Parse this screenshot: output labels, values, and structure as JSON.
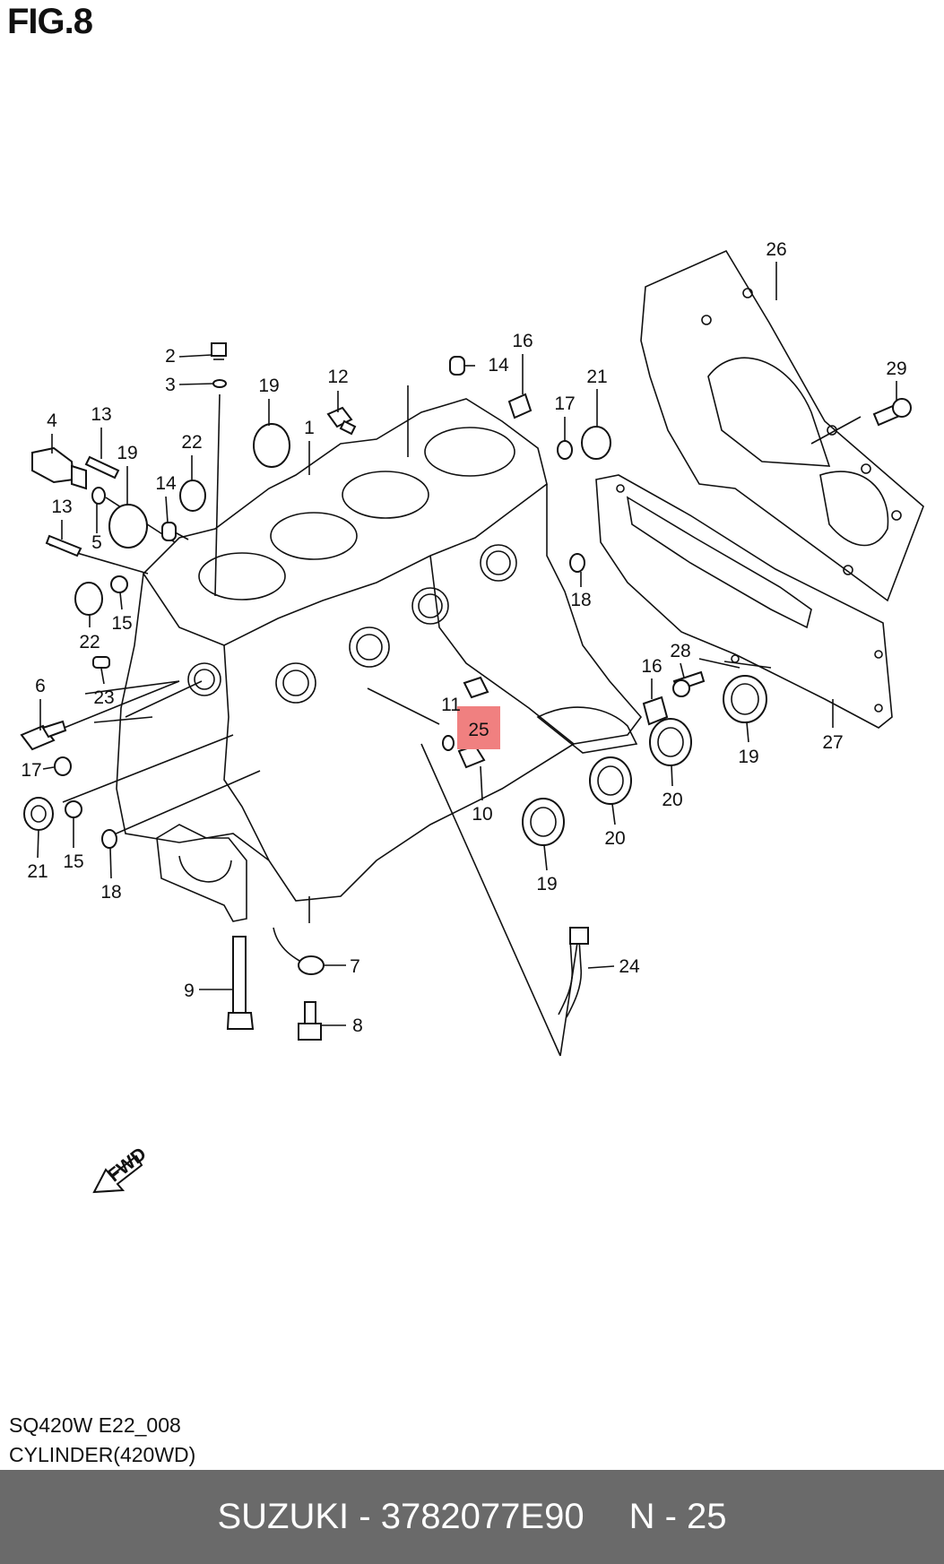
{
  "figure": {
    "title": "FIG.8",
    "fwd_label": "FWD"
  },
  "caption": {
    "code": "SQ420W E22_008",
    "name": "CYLINDER(420WD)"
  },
  "footer": {
    "part_text": "SUZUKI - 3782077E90",
    "ref_text": "N - 25"
  },
  "highlight": {
    "label": "25",
    "color": "#f08080"
  },
  "callouts": [
    {
      "label": "26"
    },
    {
      "label": "29"
    },
    {
      "label": "27"
    },
    {
      "label": "16"
    },
    {
      "label": "21"
    },
    {
      "label": "17"
    },
    {
      "label": "18"
    },
    {
      "label": "14"
    },
    {
      "label": "12"
    },
    {
      "label": "2"
    },
    {
      "label": "3"
    },
    {
      "label": "19"
    },
    {
      "label": "1"
    },
    {
      "label": "4"
    },
    {
      "label": "13"
    },
    {
      "label": "19"
    },
    {
      "label": "22"
    },
    {
      "label": "14"
    },
    {
      "label": "13"
    },
    {
      "label": "5"
    },
    {
      "label": "22"
    },
    {
      "label": "15"
    },
    {
      "label": "23"
    },
    {
      "label": "6"
    },
    {
      "label": "17"
    },
    {
      "label": "21"
    },
    {
      "label": "15"
    },
    {
      "label": "18"
    },
    {
      "label": "11"
    },
    {
      "label": "10"
    },
    {
      "label": "28"
    },
    {
      "label": "16"
    },
    {
      "label": "19"
    },
    {
      "label": "20"
    },
    {
      "label": "20"
    },
    {
      "label": "19"
    },
    {
      "label": "24"
    },
    {
      "label": "7"
    },
    {
      "label": "9"
    },
    {
      "label": "8"
    }
  ]
}
